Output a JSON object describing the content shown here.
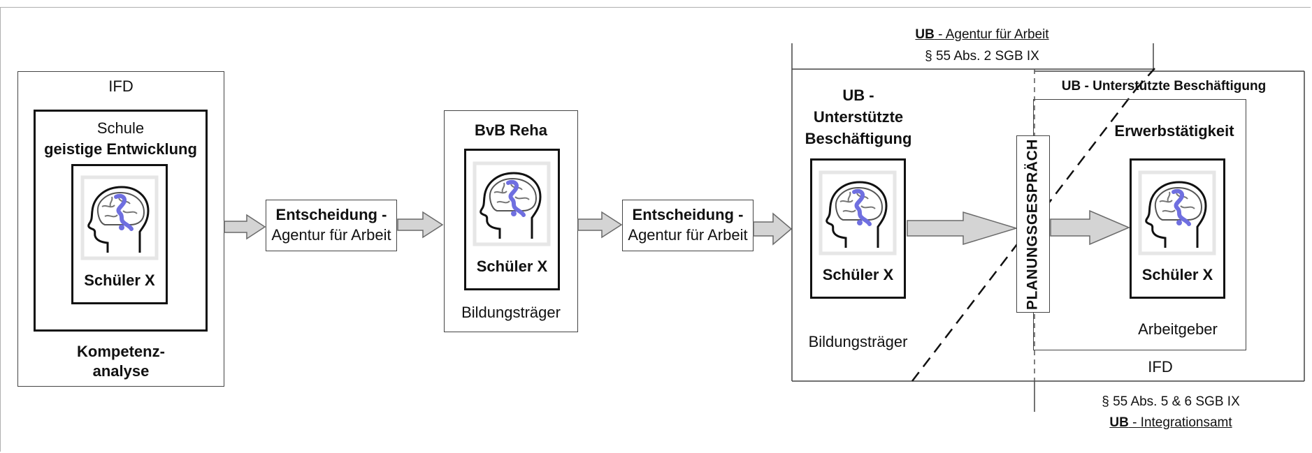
{
  "left_panel": {
    "top_label": "IFD",
    "school_line1": "Schule",
    "school_line2": "geistige Entwicklung",
    "student": "Schüler X",
    "bottom_line1": "Kompetenz-",
    "bottom_line2": "analyse"
  },
  "decision1": {
    "line1": "Entscheidung -",
    "line2": "Agentur für Arbeit"
  },
  "bvb": {
    "title": "BvB Reha",
    "student": "Schüler X",
    "footer": "Bildungsträger"
  },
  "decision2": {
    "line1": "Entscheidung -",
    "line2": "Agentur für Arbeit"
  },
  "ub_left": {
    "title_line1": "UB -",
    "title_line2": "Unterstützte",
    "title_line3": "Beschäftigung",
    "student": "Schüler X",
    "footer": "Bildungsträger"
  },
  "top_header": {
    "ub": "UB",
    "agency": " - Agentur für Arbeit",
    "law": "§ 55 Abs. 2 SGB IX"
  },
  "planning": "PLANUNGSGESPRÄCH",
  "ub_right": {
    "header": "UB - Unterstützte Beschäftigung",
    "title": "Erwerbstätigkeit",
    "student": "Schüler X",
    "footer": "Arbeitgeber",
    "ifd": "IFD"
  },
  "bottom_footer": {
    "law": "§ 55 Abs. 5 & 6 SGB IX",
    "ub": "UB",
    "office": " - Integrationsamt"
  },
  "icons": [
    "head-brain-icon"
  ],
  "colors": {
    "arrow_fill": "#d4d4d4",
    "arrow_stroke": "#6a6a6a",
    "brain_accent": "#6f6fe0"
  }
}
